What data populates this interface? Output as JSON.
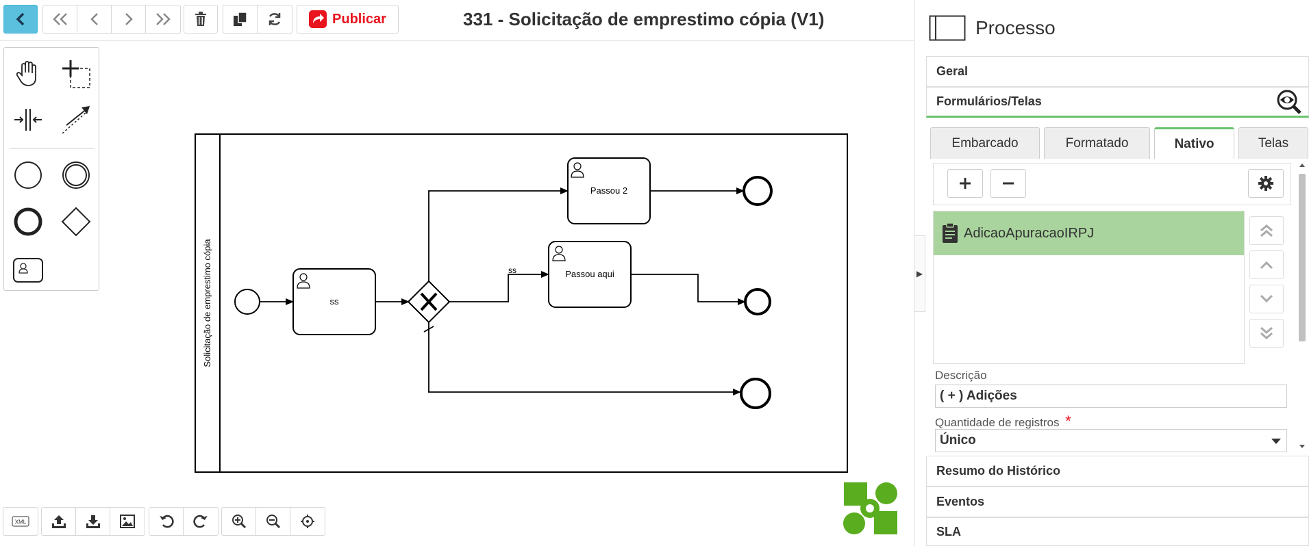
{
  "toolbar": {
    "publish_label": "Publicar",
    "title": "331 - Solicitação de emprestimo cópia (V1)"
  },
  "diagram": {
    "pool_label": "Solicitação de emprestimo cópia",
    "task_ss": "ss",
    "task_passou2": "Passou 2",
    "task_passouaqui": "Passou aqui",
    "flow_label_ss": "ss"
  },
  "panel": {
    "title": "Processo",
    "sections": {
      "geral": "Geral",
      "formularios": "Formulários/Telas",
      "resumo": "Resumo do Histórico",
      "eventos": "Eventos",
      "sla": "SLA"
    },
    "tabs": [
      "Embarcado",
      "Formatado",
      "Nativo",
      "Telas"
    ],
    "active_tab": "Nativo",
    "list_items": [
      "AdicaoApuracaoIRPJ"
    ],
    "descricao_label": "Descrição",
    "descricao_value": "( + ) Adições",
    "quantidade_label": "Quantidade de registros",
    "required_mark": "*",
    "quantidade_value": "Único"
  },
  "colors": {
    "accent_blue": "#5bc0de",
    "publish_red": "#e8141e",
    "tab_active_green": "#6ac26a",
    "selected_row": "#a9d49d",
    "logo_green": "#5aad1e"
  }
}
